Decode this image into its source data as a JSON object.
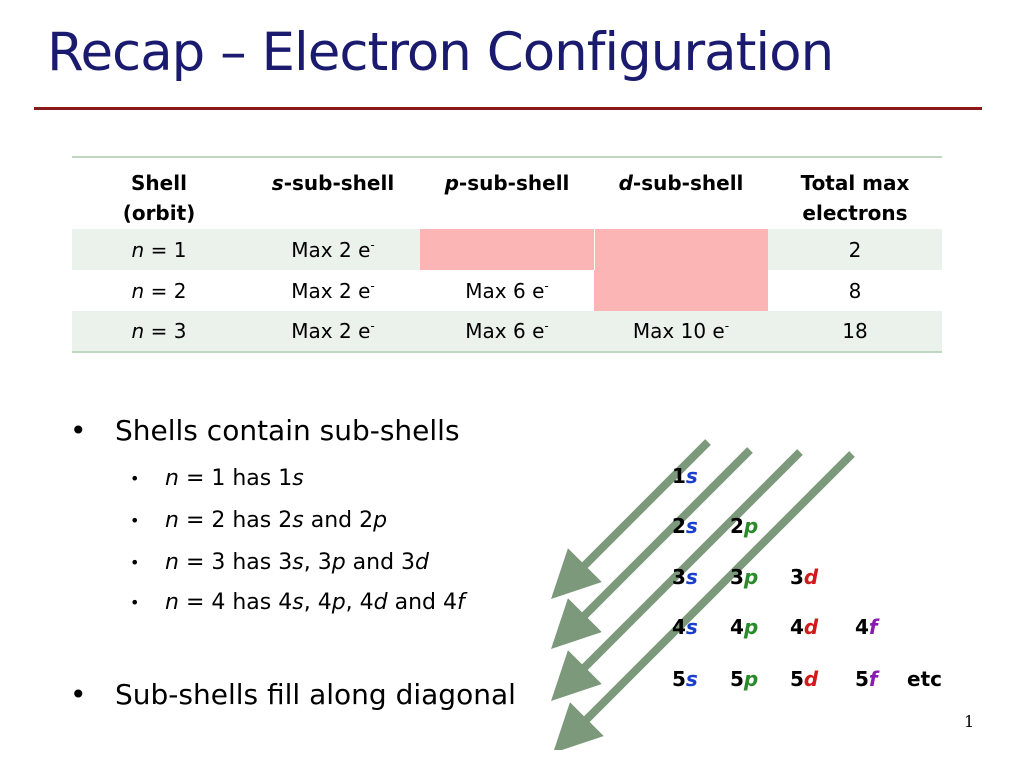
{
  "title": "Recap – Electron Configuration",
  "table": {
    "headers": {
      "shell_line1": "Shell",
      "shell_line2": "(orbit)",
      "s_prefix": "s",
      "s_suffix": "-sub-shell",
      "p_prefix": "p",
      "p_suffix": "-sub-shell",
      "d_prefix": "d",
      "d_suffix": "-sub-shell",
      "total_line1": "Total max",
      "total_line2": "electrons"
    },
    "rows": [
      {
        "n_var": "n",
        "n_val": " = 1",
        "s": "Max 2 e",
        "p": "",
        "d": "",
        "total": "2"
      },
      {
        "n_var": "n",
        "n_val": " = 2",
        "s": "Max 2 e",
        "p": "Max 6 e",
        "d": "",
        "total": "8"
      },
      {
        "n_var": "n",
        "n_val": " = 3",
        "s": "Max 2 e",
        "p": "Max 6 e",
        "d": "Max 10 e",
        "total": "18"
      }
    ],
    "superscript": "-"
  },
  "bullets": {
    "item1": "Shells contain sub-shells",
    "sub": [
      {
        "a": "n",
        "b": " = 1 has 1",
        "c": "s",
        "d": "",
        "e": "",
        "f": "",
        "g": "",
        "h": ""
      },
      {
        "a": "n",
        "b": " = 2 has 2",
        "c": "s",
        "d": " and 2",
        "e": "p",
        "f": "",
        "g": "",
        "h": ""
      },
      {
        "a": "n",
        "b": " = 3 has 3",
        "c": "s",
        "d": ", 3",
        "e": "p",
        "f": " and 3",
        "g": "d",
        "h": ""
      },
      {
        "a": "n",
        "b": " = 4 has 4",
        "c": "s",
        "d": ", 4",
        "e": "p",
        "f": ", 4",
        "g": "d",
        "h": " and 4",
        "i": "f"
      }
    ],
    "item2": "Sub-shells fill along diagonal"
  },
  "diagram": {
    "rows": [
      [
        {
          "num": "1",
          "letter": "s"
        }
      ],
      [
        {
          "num": "2",
          "letter": "s"
        },
        {
          "num": "2",
          "letter": "p"
        }
      ],
      [
        {
          "num": "3",
          "letter": "s"
        },
        {
          "num": "3",
          "letter": "p"
        },
        {
          "num": "3",
          "letter": "d"
        }
      ],
      [
        {
          "num": "4",
          "letter": "s"
        },
        {
          "num": "4",
          "letter": "p"
        },
        {
          "num": "4",
          "letter": "d"
        },
        {
          "num": "4",
          "letter": "f"
        }
      ],
      [
        {
          "num": "5",
          "letter": "s"
        },
        {
          "num": "5",
          "letter": "p"
        },
        {
          "num": "5",
          "letter": "d"
        },
        {
          "num": "5",
          "letter": "f"
        }
      ]
    ],
    "etc": "etc",
    "arrow_color": "#6e8f6e"
  },
  "page_number": "1",
  "colors": {
    "title": "#1a1a6e",
    "rule": "#8b1a1a",
    "empty_cell": "#fbb5b5",
    "shade": "#ebf1eb"
  }
}
